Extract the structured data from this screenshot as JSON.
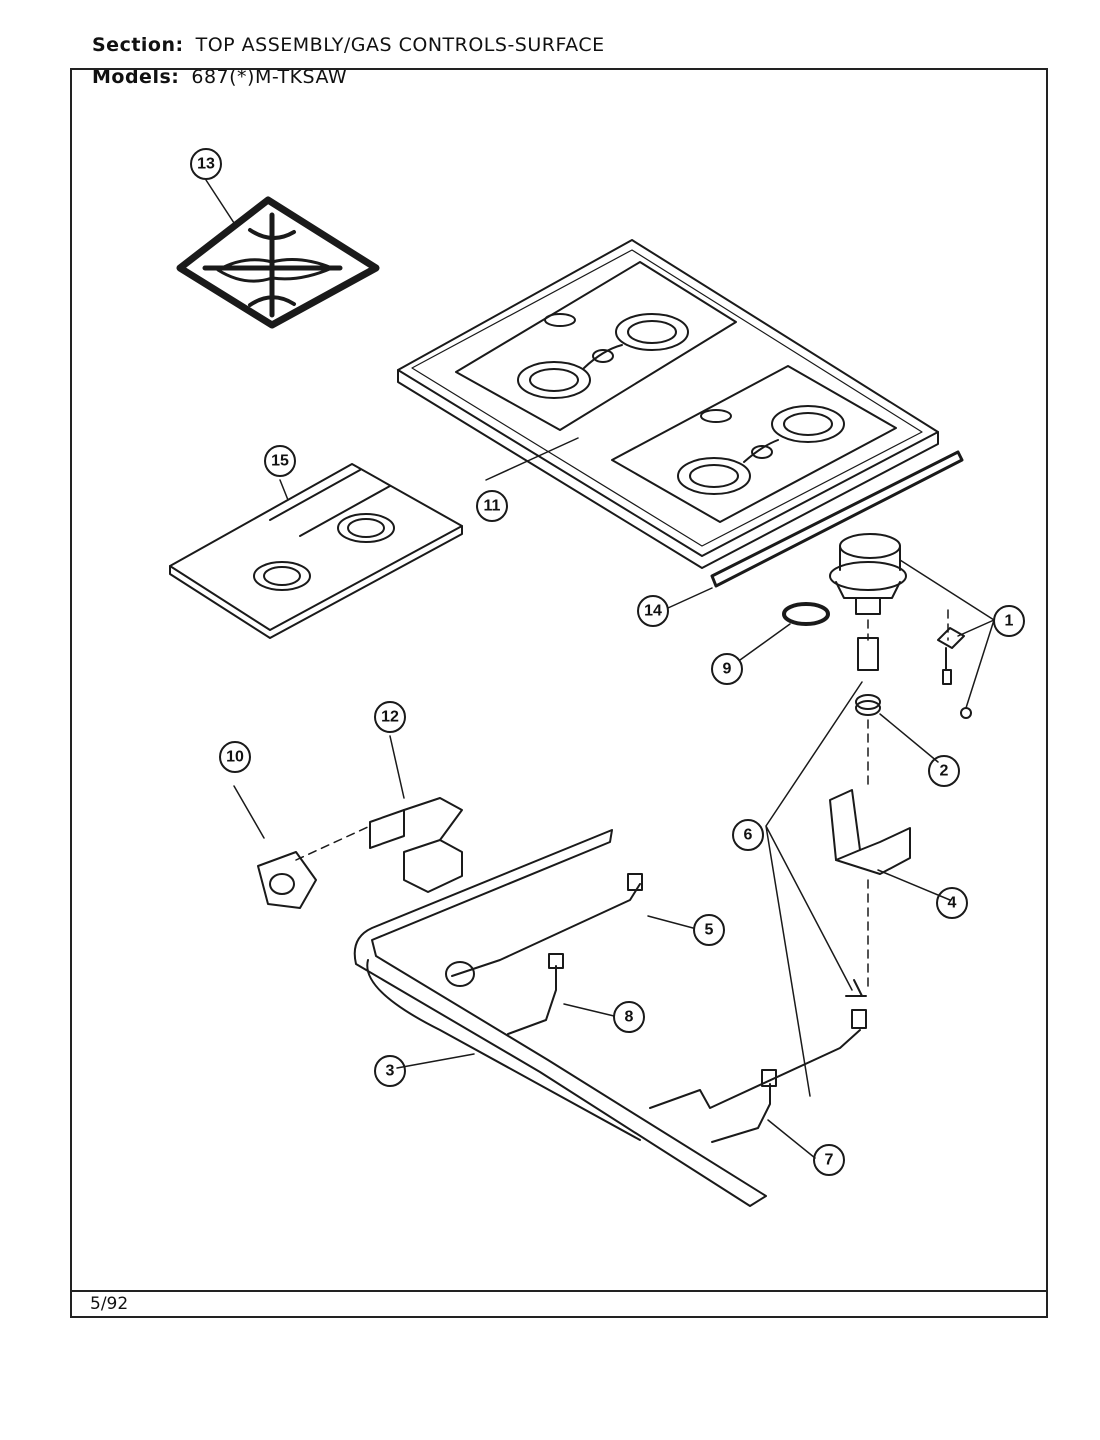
{
  "header": {
    "section_label": "Section:",
    "section_value": "TOP ASSEMBLY/GAS CONTROLS-SURFACE",
    "models_label": "Models:",
    "models_value": "687(*)M-TKSAW"
  },
  "footer": {
    "date": "5/92"
  },
  "callouts": [
    "1",
    "2",
    "3",
    "4",
    "5",
    "6",
    "7",
    "8",
    "9",
    "10",
    "11",
    "12",
    "13",
    "14",
    "15"
  ]
}
